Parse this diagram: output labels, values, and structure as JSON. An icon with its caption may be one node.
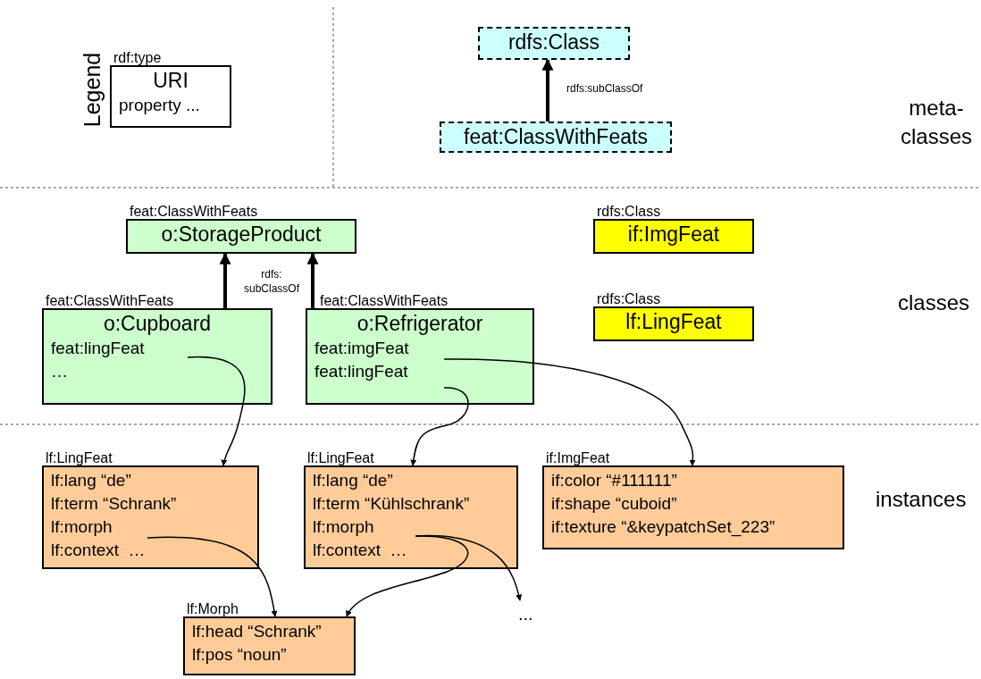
{
  "diagram": {
    "nodes": [
      {
        "text": [
          "rdf:type",
          "URI",
          "property ..."
        ]
      },
      {
        "text": [
          "rdfs:Class"
        ]
      },
      {
        "text": [
          "feat:ClassWithFeats"
        ]
      },
      {
        "text": [
          "feat:ClassWithFeats",
          "o:StorageProduct"
        ]
      },
      {
        "text": [
          "feat:ClassWithFeats",
          "o:Cupboard",
          "feat:lingFeat",
          "…"
        ]
      },
      {
        "text": [
          "feat:ClassWithFeats",
          "o:Refrigerator",
          "feat:imgFeat",
          "feat:lingFeat"
        ]
      },
      {
        "text": [
          "rdfs:Class",
          "if:ImgFeat"
        ]
      },
      {
        "text": [
          "rdfs:Class",
          "lf:LingFeat"
        ]
      },
      {
        "text": [
          "lf:LingFeat",
          "lf:lang “de”",
          "lf:term “Schrank”",
          "lf:morph",
          "lf:context  …"
        ]
      },
      {
        "text": [
          "lf:LingFeat",
          "lf:lang “de”",
          "lf:term “Kühlschrank”",
          "lf:morph",
          "lf:context  …"
        ]
      },
      {
        "text": [
          "if:ImgFeat",
          "if:color “#111111”",
          "if:shape “cuboid”",
          "if:texture “&keypatchSet_223”"
        ]
      },
      {
        "text": [
          "lf:Morph",
          "lf:head “Schrank”",
          "lf:pos “noun”"
        ]
      },
      {
        "text": [
          "..."
        ]
      }
    ],
    "edges": [
      {
        "from": 2,
        "to": 1,
        "arrow": "to",
        "label": "rdfs:subClassOf",
        "style": "thick"
      },
      {
        "from": 4,
        "to": 3,
        "arrow": "to",
        "style": "thick"
      },
      {
        "from": 5,
        "to": 3,
        "arrow": "to",
        "style": "thick"
      },
      {
        "from": 4,
        "to": 8,
        "arrow": "to"
      },
      {
        "from": 5,
        "to": 9,
        "arrow": "to"
      },
      {
        "from": 5,
        "to": 10,
        "arrow": "to"
      },
      {
        "from": 8,
        "to": 11,
        "arrow": "to"
      },
      {
        "from": 9,
        "to": 11,
        "arrow": "to"
      },
      {
        "from": 9,
        "to": 12,
        "arrow": "to"
      }
    ],
    "labels": [
      "Legend",
      "rdfs: subClassOf",
      "meta- classes",
      "classes",
      "instances"
    ]
  }
}
